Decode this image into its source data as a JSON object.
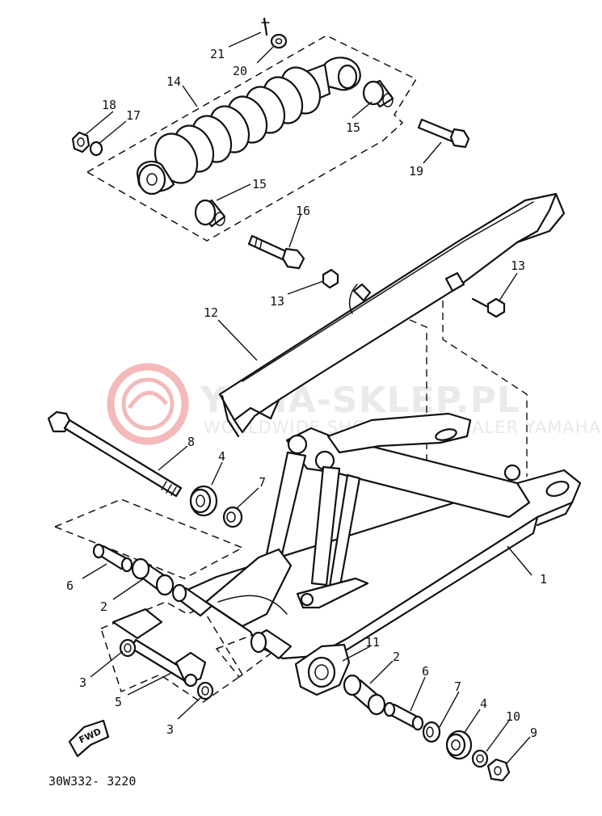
{
  "diagram_code": "30W332- 3220",
  "watermark": {
    "brand": "YAMA-SKLEP.PL",
    "tagline": "WORLDWIDE SHOWROOM DEALER YAMAHA",
    "logo_color": "#e03a3a"
  },
  "fwd_label": "FWD",
  "callouts": {
    "c1": "1",
    "c2a": "2",
    "c2b": "2",
    "c3a": "3",
    "c3b": "3",
    "c4a": "4",
    "c4b": "4",
    "c5": "5",
    "c6a": "6",
    "c6b": "6",
    "c7a": "7",
    "c7b": "7",
    "c8": "8",
    "c9": "9",
    "c10": "10",
    "c11": "11",
    "c12": "12",
    "c13a": "13",
    "c13b": "13",
    "c14": "14",
    "c15a": "15",
    "c15b": "15",
    "c16": "16",
    "c17": "17",
    "c18": "18",
    "c19": "19",
    "c20": "20",
    "c21": "21"
  }
}
